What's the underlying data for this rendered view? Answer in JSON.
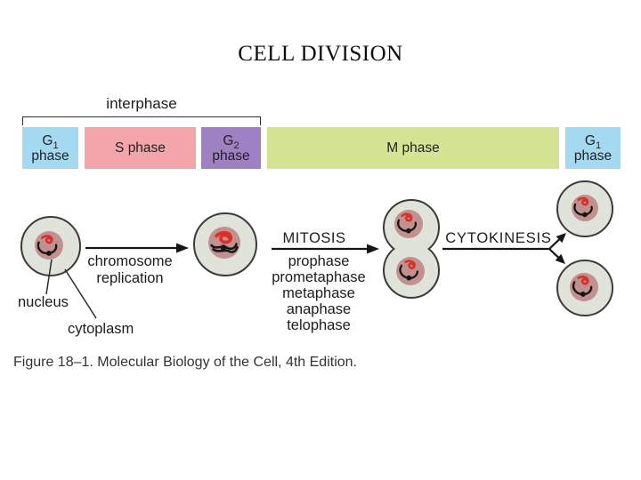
{
  "slide": {
    "title": "CELL DIVISION",
    "caption": "Figure 18–1. Molecular Biology of the Cell, 4th Edition."
  },
  "phase_bar": {
    "interphase_label": "interphase",
    "phases": [
      {
        "id": "g1-left",
        "main": "G",
        "sub": "1",
        "line2": "phase",
        "color": "#a4daf1"
      },
      {
        "id": "s",
        "label": "S phase",
        "color": "#f4a5a9"
      },
      {
        "id": "g2",
        "main": "G",
        "sub": "2",
        "line2": "phase",
        "color": "#9e81c2"
      },
      {
        "id": "m",
        "label": "M phase",
        "color": "#d5e494"
      },
      {
        "id": "g1-right",
        "main": "G",
        "sub": "1",
        "line2": "phase",
        "color": "#a4daf1"
      }
    ]
  },
  "diagram": {
    "arrow1_label_line1": "chromosome",
    "arrow1_label_line2": "replication",
    "mitosis_title": "MITOSIS",
    "mitosis_phases": [
      "prophase",
      "prometaphase",
      "metaphase",
      "anaphase",
      "telophase"
    ],
    "cytokinesis_title": "CYTOKINESIS",
    "nucleus_label": "nucleus",
    "cytoplasm_label": "cytoplasm"
  },
  "colors": {
    "g1_blue": "#a4daf1",
    "s_pink": "#f4a5a9",
    "g2_purple": "#9e81c2",
    "m_green": "#d5e494",
    "cytoplasm_gray": "#dfe3da",
    "nucleus_rose": "#c19190",
    "chromosome_red": "#da2f28",
    "ink_black": "#161616"
  }
}
